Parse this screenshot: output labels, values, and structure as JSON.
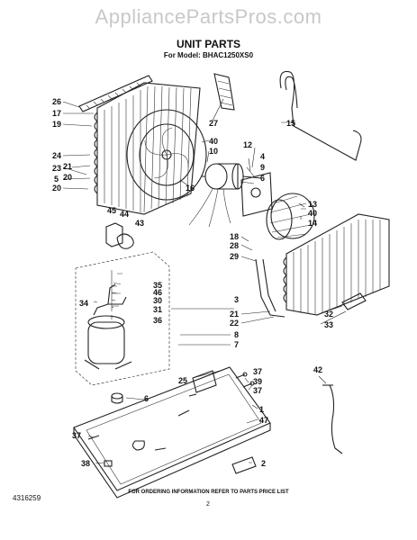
{
  "header": {
    "watermark": "AppliancePartsPros.com",
    "title": "UNIT PARTS",
    "subtitle": "For Model: BHAC1250XS0"
  },
  "footer": {
    "doc_number": "4316259",
    "note": "FOR ORDERING INFORMATION REFER TO PARTS PRICE LIST",
    "page_number": "2"
  },
  "labels": [
    "26",
    "17",
    "19",
    "24",
    "21",
    "23",
    "20",
    "5",
    "20",
    "27",
    "40",
    "10",
    "16",
    "12",
    "4",
    "9",
    "6",
    "15",
    "13",
    "40",
    "14",
    "45",
    "44",
    "43",
    "18",
    "28",
    "29",
    "35",
    "46",
    "30",
    "31",
    "34",
    "36",
    "3",
    "8",
    "7",
    "21",
    "22",
    "32",
    "33",
    "37",
    "39",
    "37",
    "42",
    "25",
    "6",
    "1",
    "47",
    "37",
    "2",
    "38"
  ]
}
